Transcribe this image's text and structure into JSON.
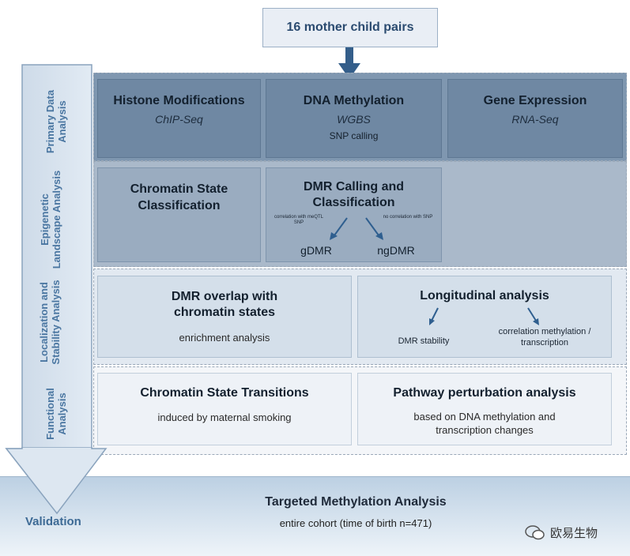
{
  "top_box": "16 mother child pairs",
  "stages": {
    "primary": {
      "label": "Primary Data Analysis",
      "histone": {
        "title": "Histone Modifications",
        "method": "ChIP-Seq"
      },
      "dna": {
        "title": "DNA Methylation",
        "method": "WGBS",
        "note": "SNP calling"
      },
      "gene": {
        "title": "Gene Expression",
        "method": "RNA-Seq"
      }
    },
    "epigenetic": {
      "label": "Epigenetic Landscape Analysis",
      "chromatin": {
        "title": "Chromatin State Classification"
      },
      "dmr": {
        "title": "DMR Calling and Classification",
        "left_note": "correlation with meQTL SNP",
        "right_note": "no correlation with SNP",
        "left_result": "gDMR",
        "right_result": "ngDMR"
      }
    },
    "localization": {
      "label": "Localization and Stability Analysis",
      "overlap": {
        "title": "DMR overlap with chromatin states",
        "sub": "enrichment analysis"
      },
      "longitudinal": {
        "title": "Longitudinal analysis",
        "left": "DMR stability",
        "right": "correlation methylation / transcription"
      }
    },
    "functional": {
      "label": "Functional Analysis",
      "transitions": {
        "title": "Chromatin State Transitions",
        "sub": "induced by maternal smoking"
      },
      "pathway": {
        "title": "Pathway perturbation analysis",
        "sub": "based on DNA methylation and transcription changes"
      }
    }
  },
  "validation": {
    "label": "Validation",
    "title": "Targeted Methylation Analysis",
    "sub": "entire cohort (time of birth n=471)"
  },
  "watermark": "欧易生物"
}
